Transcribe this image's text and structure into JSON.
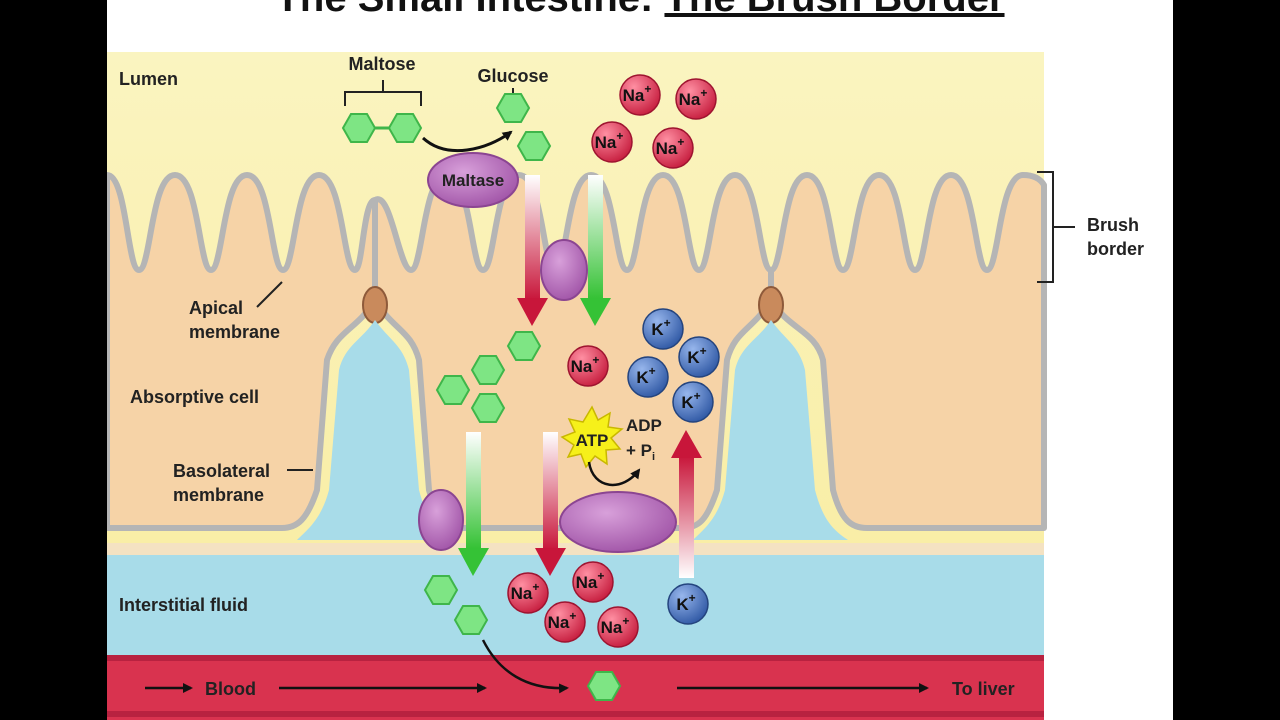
{
  "title": {
    "part1": "The Small Intestine:",
    "part2": "The Brush Border"
  },
  "labels": {
    "lumen": "Lumen",
    "maltose": "Maltose",
    "glucose": "Glucose",
    "maltase": "Maltase",
    "brush_border_1": "Brush",
    "brush_border_2": "border",
    "apical_1": "Apical",
    "apical_2": "membrane",
    "absorptive_cell": "Absorptive cell",
    "basolateral_1": "Basolateral",
    "basolateral_2": "membrane",
    "interstitial_fluid": "Interstitial fluid",
    "blood": "Blood",
    "to_liver": "To liver",
    "atp": "ATP",
    "adp": "ADP",
    "pi_plus": "+ P",
    "pi_sub": "i"
  },
  "ions": {
    "na": "Na",
    "k": "K",
    "charge": "+"
  },
  "colors": {
    "lumen_top": "#fbf6c4",
    "cell": "#f6d3a7",
    "interstitial": "#a9dde9",
    "blood": "#d9334f",
    "membrane": "#b5b5b5",
    "glucose": "#7ee584",
    "na_ion": "#d62a4a",
    "k_ion": "#3b68b5",
    "protein": "#b36ab8",
    "atp_star": "#f6f01a",
    "arrow_red": "#c8163a",
    "arrow_green": "#35c236"
  }
}
